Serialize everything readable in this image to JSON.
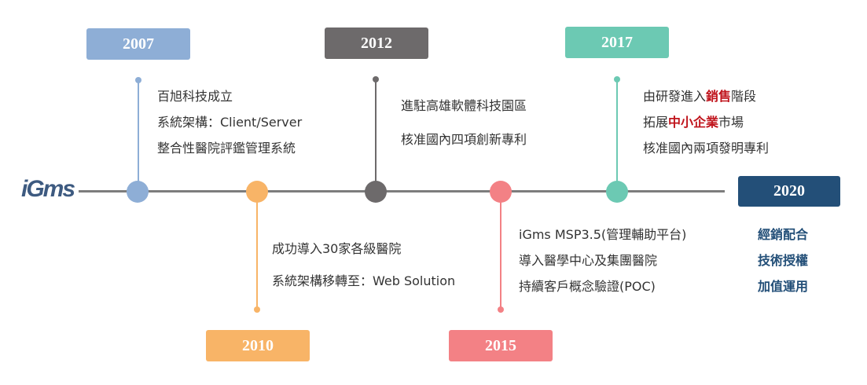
{
  "logo": "iGms",
  "colors": {
    "y2007": "#8eaed6",
    "y2010": "#f8b467",
    "y2012": "#6d6a6b",
    "y2015": "#f38185",
    "y2017": "#6cc9b3",
    "y2020": "#234f78"
  },
  "milestones": [
    {
      "year": "2007",
      "items": [
        "百旭科技成立",
        "系統架構：Client/Server",
        "整合性醫院評鑑管理系統"
      ]
    },
    {
      "year": "2010",
      "items": [
        "成功導入30家各級醫院",
        "系統架構移轉至：Web Solution"
      ]
    },
    {
      "year": "2012",
      "items": [
        "進駐高雄軟體科技園區",
        "核准國內四項創新專利"
      ]
    },
    {
      "year": "2015",
      "items": [
        "iGms MSP3.5(管理輔助平台)",
        "導入醫學中心及集團醫院",
        "持續客戶概念驗證(POC)"
      ]
    },
    {
      "year": "2017",
      "items": [
        {
          "pre": "由研發進入",
          "hl": "銷售",
          "post": "階段"
        },
        {
          "pre": "拓展",
          "hl": "中小企業",
          "post": "市場"
        },
        {
          "pre": "核准國內兩項發明專利",
          "hl": "",
          "post": ""
        }
      ]
    },
    {
      "year": "2020",
      "items": [
        "經銷配合",
        "技術授權",
        "加值運用"
      ]
    }
  ]
}
